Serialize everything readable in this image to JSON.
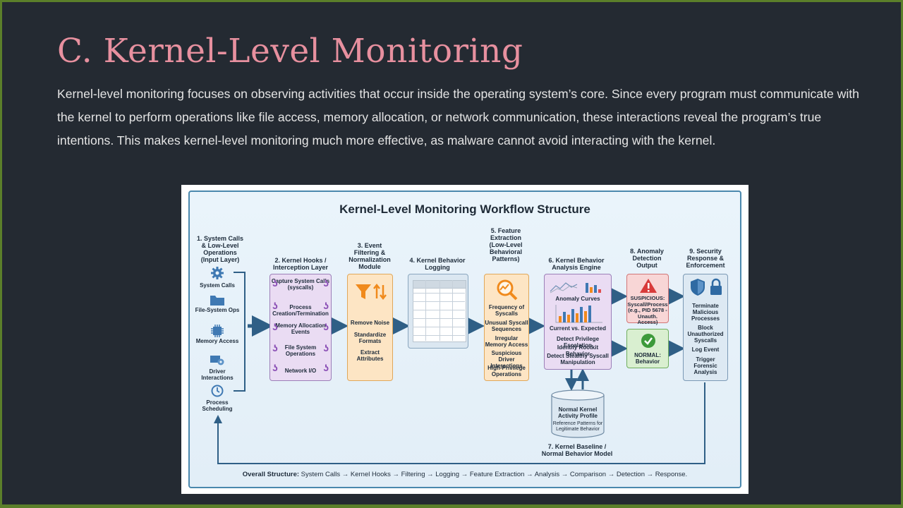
{
  "slide": {
    "title": "C. Kernel-Level Monitoring",
    "body": "Kernel-level monitoring focuses on observing activities that occur inside the operating system’s core. Since every program must communicate with the kernel to perform operations like file access, memory allocation, or network communication, these interactions reveal the program’s true intentions. This makes kernel-level monitoring much more effective, as malware cannot avoid interacting with the kernel."
  },
  "diagram": {
    "title": "Kernel-Level Monitoring Workflow Structure",
    "stage1": {
      "label": "1. System Calls & Low-Level Operations (Input Layer)",
      "items": [
        "System Calls",
        "File-System Ops",
        "Memory Access",
        "Driver Interactions",
        "Process Scheduling"
      ]
    },
    "stage2": {
      "label": "2. Kernel Hooks / Interception Layer",
      "items": [
        "Capture System Calls (syscalls)",
        "Process Creation/Termination",
        "Memory Allocation Events",
        "File System Operations",
        "Network I/O"
      ]
    },
    "stage3": {
      "label": "3. Event Filtering & Normalization Module",
      "items": [
        "Remove Noise",
        "Standardize Formats",
        "Extract Attributes"
      ]
    },
    "stage4": {
      "label": "4. Kernel Behavior Logging"
    },
    "stage5": {
      "label": "5. Feature Extraction (Low-Level Behavioral Patterns)",
      "items": [
        "Frequency of Syscalls",
        "Unusual Syscall Sequences",
        "Irregular Memory Access",
        "Suspicious Driver Interactions",
        "High-Privilege Operations"
      ]
    },
    "stage6": {
      "label": "6. Kernel Behavior Analysis Engine",
      "chart_labels": [
        "Anomaly Curves",
        "Current vs. Expected"
      ],
      "items": [
        "Detect Privilege Escalation",
        "Identify Rootkit Behavior",
        "Detect Stealthy Syscall Manipulation"
      ]
    },
    "stage7": {
      "label": "7. Kernel Baseline / Normal Behavior Model",
      "db_title": "Normal Kernel Activity Profile",
      "db_sub": "Reference Patterns for Legitimate Behavior"
    },
    "stage8": {
      "label": "8. Anomaly Detection Output",
      "suspicious": "SUSPICIOUS: Syscall/Process (e.g., PID 5678 - Unauth. Access)",
      "normal": "NORMAL: Behavior"
    },
    "stage9": {
      "label": "9. Security Response & Enforcement",
      "items": [
        "Terminate Malicious Processes",
        "Block Unauthorized Syscalls",
        "Log Event",
        "Trigger Forensic Analysis"
      ]
    },
    "summary_label": "Overall Structure:",
    "summary_text": "System Calls → Kernel Hooks → Filtering → Logging → Feature Extraction → Analysis → Comparison → Detection → Response.",
    "colors": {
      "hooks_box": "#eadcf3",
      "filter_box": "#fde5c4",
      "feature_box": "#fde5c4",
      "analysis_box": "#eadcf3",
      "suspicious_box": "#f8d6d6",
      "normal_box": "#d9efd0",
      "response_box": "#dde9f3",
      "arrow": "#2f5f86"
    }
  }
}
